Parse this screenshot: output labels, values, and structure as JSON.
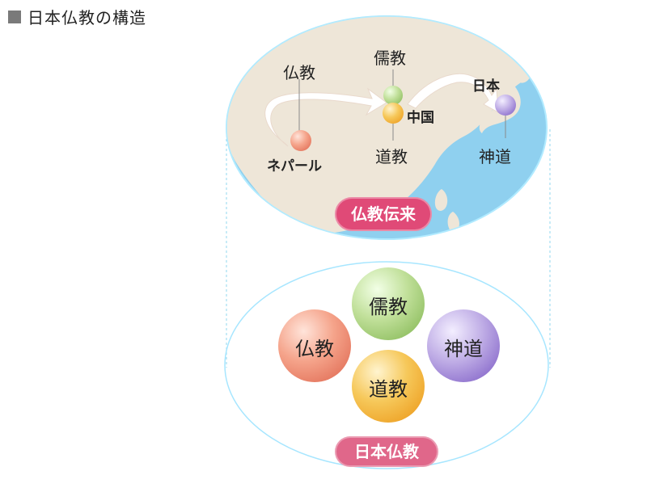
{
  "header": {
    "title": "日本仏教の構造"
  },
  "map": {
    "labels": {
      "bukkyo": "仏教",
      "jukyo": "儒教",
      "nihon": "日本",
      "chugoku": "中国",
      "nepal": "ネパール",
      "dokyo": "道教",
      "shinto": "神道"
    },
    "pill": "仏教伝来"
  },
  "structure": {
    "balls": {
      "jukyo": "儒教",
      "bukkyo": "仏教",
      "shinto": "神道",
      "dokyo": "道教"
    },
    "pill": "日本仏教"
  },
  "colors": {
    "sea": "#8fd0ef",
    "land": "#eee6d8",
    "pill": "#e04a77",
    "buddhism": "#f39a82",
    "confucianism": "#b8d98b",
    "shinto": "#b7a2e0",
    "taoism": "#f2bf4a"
  }
}
